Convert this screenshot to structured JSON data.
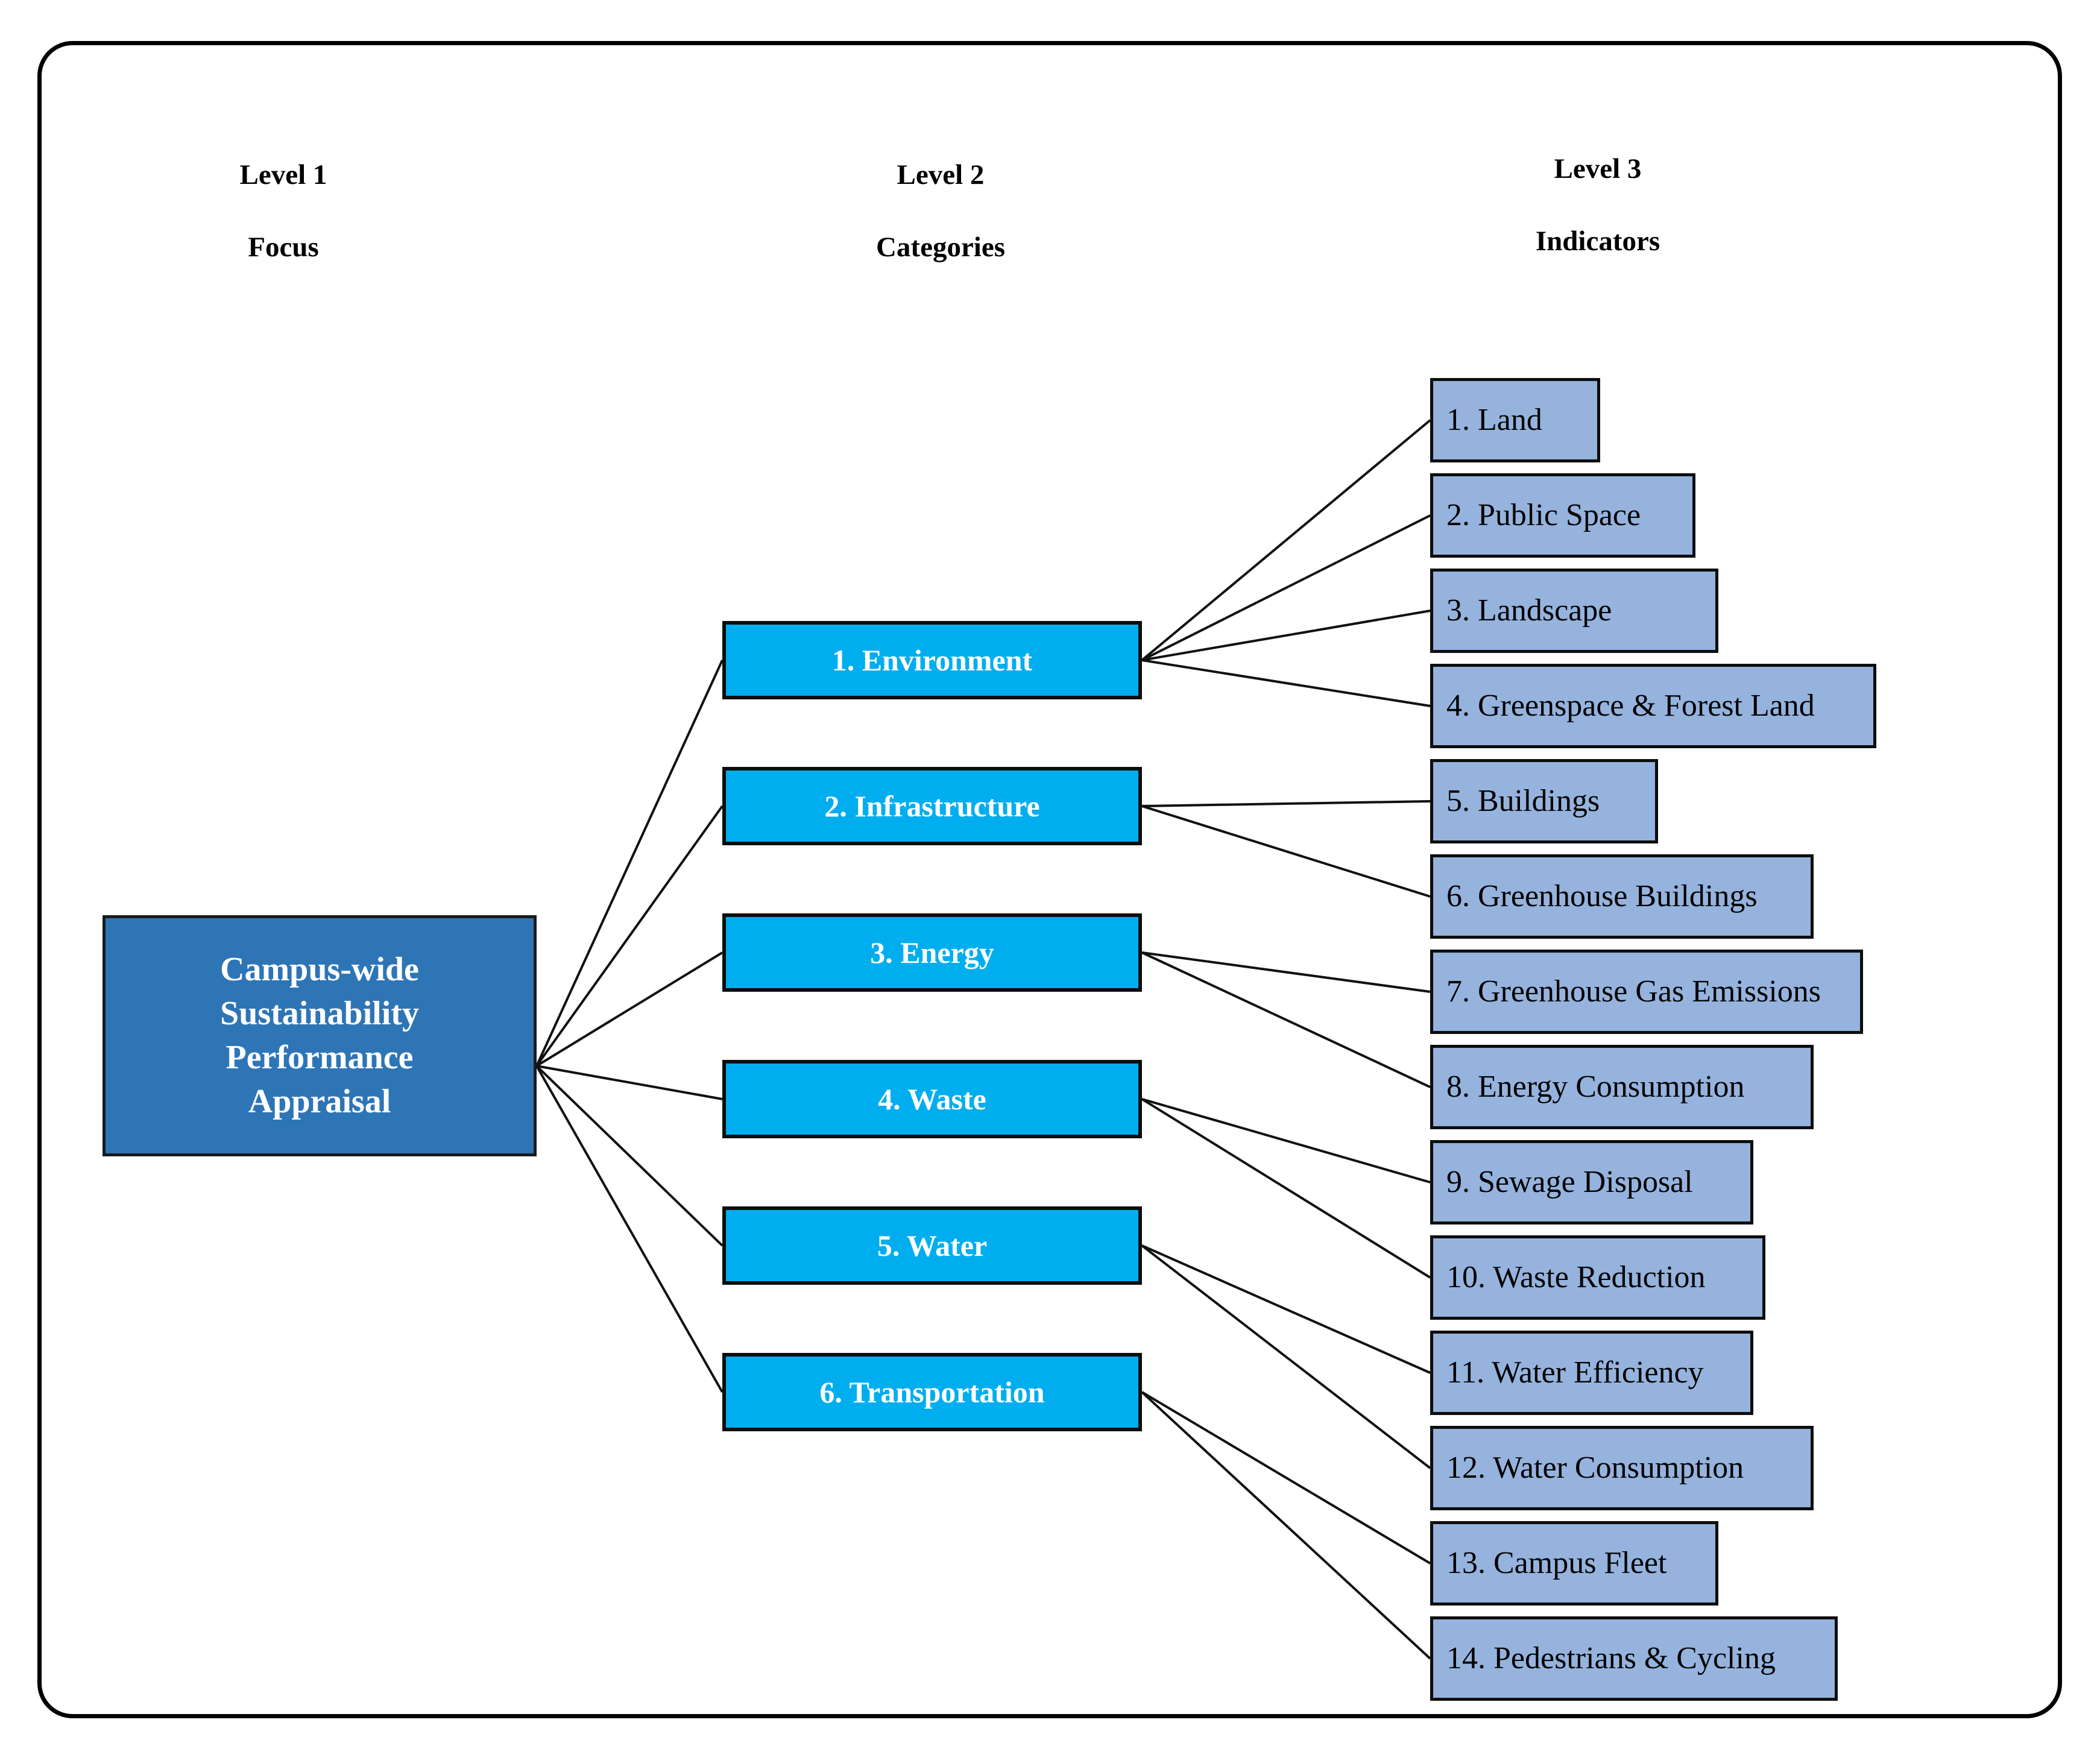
{
  "diagram": {
    "title": "Campus-wide Sustainability Performance Appraisal hierarchy",
    "colors": {
      "level1_fill": "#2E75B6",
      "level2_fill": "#00AEEF",
      "level3_fill": "#95B3DD",
      "border": "#0d0d0d",
      "frame": "#000000",
      "level1_text": "#ffffff",
      "level2_text": "#ffffff",
      "level3_text": "#000000"
    },
    "headers": [
      {
        "line1": "Level 1",
        "line2": "Focus"
      },
      {
        "line1": "Level 2",
        "line2": "Categories"
      },
      {
        "line1": "Level 3",
        "line2": "Indicators"
      }
    ],
    "level1": {
      "label": "Campus-wide\nSustainability\nPerformance\nAppraisal"
    },
    "level2": [
      {
        "label": "1. Environment"
      },
      {
        "label": "2. Infrastructure"
      },
      {
        "label": "3. Energy"
      },
      {
        "label": "4. Waste"
      },
      {
        "label": "5. Water"
      },
      {
        "label": "6. Transportation"
      }
    ],
    "level3": [
      {
        "label": "1. Land"
      },
      {
        "label": "2. Public Space"
      },
      {
        "label": "3. Landscape"
      },
      {
        "label": "4. Greenspace & Forest Land"
      },
      {
        "label": "5. Buildings"
      },
      {
        "label": "6. Greenhouse Buildings"
      },
      {
        "label": "7. Greenhouse Gas Emissions"
      },
      {
        "label": "8. Energy Consumption"
      },
      {
        "label": "9. Sewage Disposal"
      },
      {
        "label": "10. Waste Reduction"
      },
      {
        "label": "11. Water Efficiency"
      },
      {
        "label": "12. Water Consumption"
      },
      {
        "label": "13. Campus Fleet"
      },
      {
        "label": "14. Pedestrians & Cycling"
      }
    ],
    "links": {
      "level1_to_level2": [
        {
          "from": "Campus-wide Sustainability Performance Appraisal",
          "to": "1. Environment"
        },
        {
          "from": "Campus-wide Sustainability Performance Appraisal",
          "to": "2. Infrastructure"
        },
        {
          "from": "Campus-wide Sustainability Performance Appraisal",
          "to": "3. Energy"
        },
        {
          "from": "Campus-wide Sustainability Performance Appraisal",
          "to": "4. Waste"
        },
        {
          "from": "Campus-wide Sustainability Performance Appraisal",
          "to": "5. Water"
        },
        {
          "from": "Campus-wide Sustainability Performance Appraisal",
          "to": "6. Transportation"
        }
      ],
      "level2_to_level3": [
        {
          "from": "1. Environment",
          "to": "1. Land"
        },
        {
          "from": "1. Environment",
          "to": "2. Public Space"
        },
        {
          "from": "1. Environment",
          "to": "3. Landscape"
        },
        {
          "from": "1. Environment",
          "to": "4. Greenspace & Forest Land"
        },
        {
          "from": "2. Infrastructure",
          "to": "5. Buildings"
        },
        {
          "from": "2. Infrastructure",
          "to": "6. Greenhouse Buildings"
        },
        {
          "from": "3. Energy",
          "to": "7. Greenhouse Gas Emissions"
        },
        {
          "from": "3. Energy",
          "to": "8. Energy Consumption"
        },
        {
          "from": "4. Waste",
          "to": "9. Sewage Disposal"
        },
        {
          "from": "4. Waste",
          "to": "10. Waste Reduction"
        },
        {
          "from": "5. Water",
          "to": "11. Water Efficiency"
        },
        {
          "from": "5. Water",
          "to": "12. Water Consumption"
        },
        {
          "from": "6. Transportation",
          "to": "13. Campus Fleet"
        },
        {
          "from": "6. Transportation",
          "to": "14. Pedestrians & Cycling"
        }
      ]
    }
  }
}
